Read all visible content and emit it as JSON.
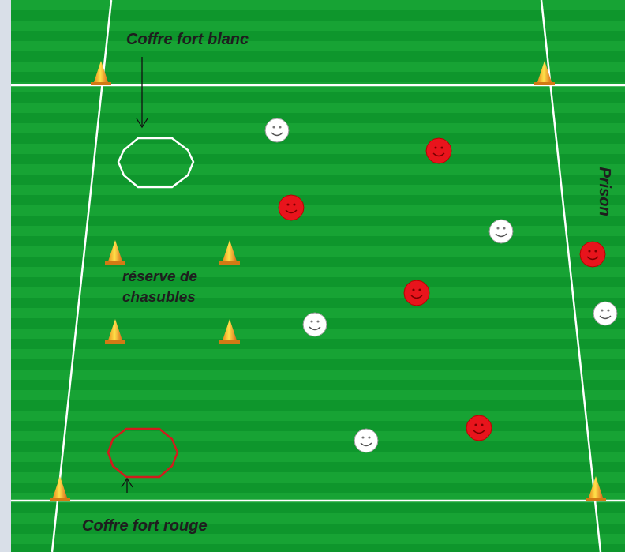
{
  "diagram": {
    "labels": [
      "Coffre fort blanc",
      "réserve de chasubles",
      "Prison",
      "Coffre fort rouge"
    ]
  }
}
